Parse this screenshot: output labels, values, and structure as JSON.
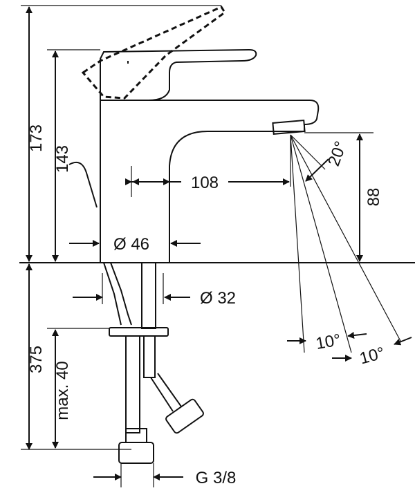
{
  "dimensions": {
    "total_height": "173",
    "spout_height": "143",
    "spout_reach": "108",
    "spray_angle_top": "20°",
    "outlet_height": "88",
    "body_diameter": "Ø 46",
    "thread_diameter": "Ø 32",
    "spray_angle_1": "10°",
    "spray_angle_2": "10°",
    "hose_length": "375",
    "max_thickness": "max. 40",
    "connection": "G 3/8"
  }
}
